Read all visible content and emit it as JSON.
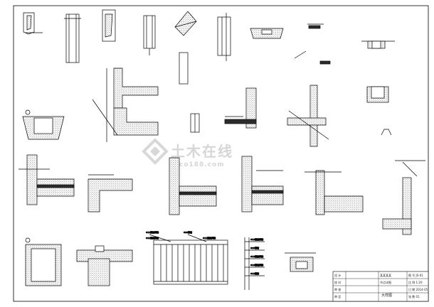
{
  "watermark": {
    "name": "土木在线",
    "url": "co188.com"
  },
  "title_block": {
    "project": "某某某某",
    "sheet": "节点详图",
    "drawing_title": "大样图",
    "labels": [
      "设 计",
      "校 对",
      "审 核",
      "审 定"
    ],
    "right": [
      "图 号 JS-01",
      "比 例 1:20",
      "日 期 2014-05",
      "张 数 01"
    ]
  },
  "railing_callouts": [
    "Φ12钢筋焊接",
    "Φ12钢筋焊接",
    "Φ20钢管",
    "Φ12钢筋焊接"
  ],
  "stair_callouts": [
    "Φ12钢筋焊接",
    "Φ20钢管",
    "Φ12钢筋焊接",
    "Φ16钢管焊接",
    "Φ12钢筋"
  ]
}
